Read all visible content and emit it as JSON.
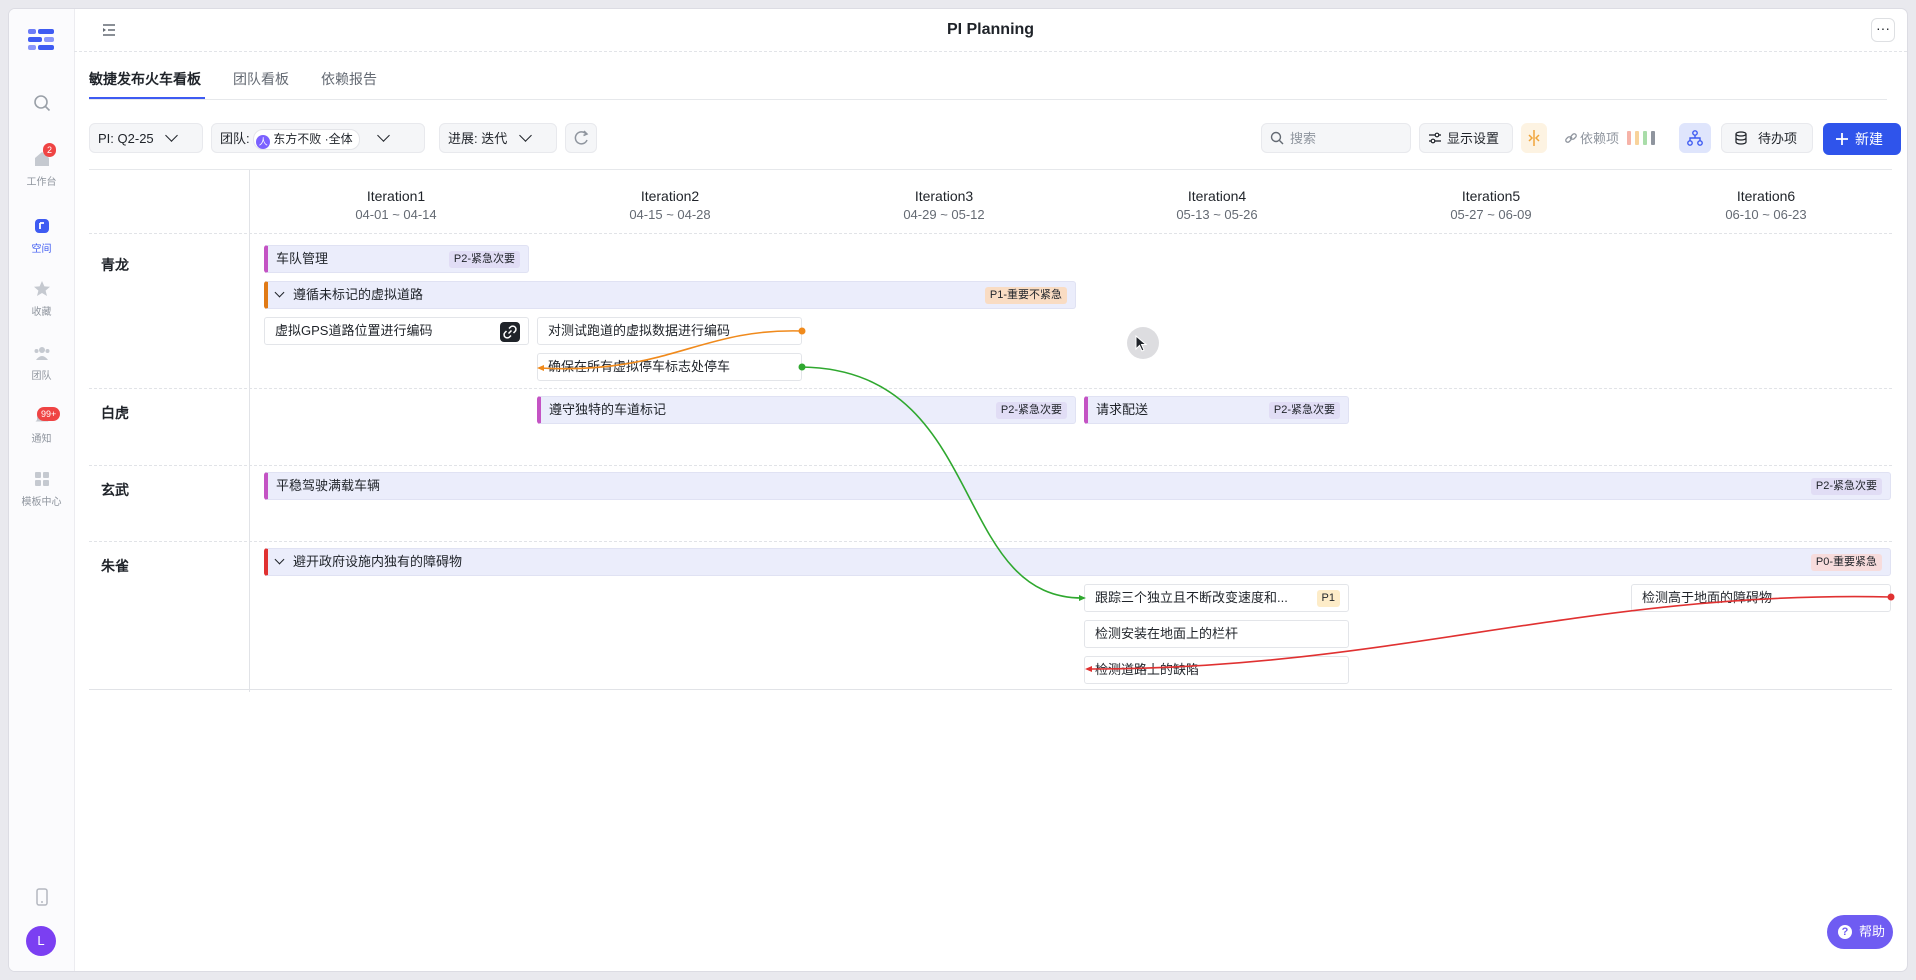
{
  "app": {
    "title": "PI Planning"
  },
  "sidebar": {
    "items": [
      {
        "label": "工作台",
        "badge": "2"
      },
      {
        "label": "空间"
      },
      {
        "label": "收藏"
      },
      {
        "label": "团队"
      },
      {
        "label": "通知",
        "badge": "99+"
      },
      {
        "label": "模板中心"
      }
    ],
    "avatar": "L"
  },
  "tabs": [
    {
      "label": "敏捷发布火车看板"
    },
    {
      "label": "团队看板"
    },
    {
      "label": "依赖报告"
    }
  ],
  "toolbar": {
    "pi_label": "PI:",
    "pi_value": "Q2-25",
    "team_label": "团队:",
    "team_value": "东方不败 ·全体",
    "team_icon": "人",
    "progress_label": "进展:",
    "progress_value": "迭代",
    "search_placeholder": "搜索",
    "display_settings": "显示设置",
    "dependency": "依赖项",
    "backlog": "待办项",
    "new_button": "新建"
  },
  "iterations": [
    {
      "name": "Iteration1",
      "dates": "04-01 ~ 04-14"
    },
    {
      "name": "Iteration2",
      "dates": "04-15 ~ 04-28"
    },
    {
      "name": "Iteration3",
      "dates": "04-29 ~ 05-12"
    },
    {
      "name": "Iteration4",
      "dates": "05-13 ~ 05-26"
    },
    {
      "name": "Iteration5",
      "dates": "05-27 ~ 06-09"
    },
    {
      "name": "Iteration6",
      "dates": "06-10 ~ 06-23"
    }
  ],
  "teams": [
    "青龙",
    "白虎",
    "玄武",
    "朱雀"
  ],
  "features": [
    {
      "title": "车队管理",
      "tag": "P2-紧急次要"
    },
    {
      "title": "遵循未标记的虚拟道路",
      "tag": "P1-重要不紧急"
    },
    {
      "title": "遵守独特的车道标记",
      "tag": "P2-紧急次要"
    },
    {
      "title": "请求配送",
      "tag": "P2-紧急次要"
    },
    {
      "title": "平稳驾驶满载车辆",
      "tag": "P2-紧急次要"
    },
    {
      "title": "避开政府设施内独有的障碍物",
      "tag": "P0-重要紧急"
    }
  ],
  "stories": [
    {
      "title": "虚拟GPS道路位置进行编码"
    },
    {
      "title": "对测试跑道的虚拟数据进行编码"
    },
    {
      "title": "确保在所有虚拟停车标志处停车"
    },
    {
      "title": "跟踪三个独立且不断改变速度和...",
      "tag": "P1"
    },
    {
      "title": "检测安装在地面上的栏杆"
    },
    {
      "title": "检测道路上的缺陷"
    },
    {
      "title": "检测高于地面的障碍物"
    }
  ],
  "colors": {
    "accent": "#2f54eb",
    "dep_orange": "#f08a1c",
    "dep_green": "#2fa82f",
    "dep_red": "#e03131",
    "help": "#6f5cf2"
  },
  "help": {
    "label": "帮助"
  }
}
